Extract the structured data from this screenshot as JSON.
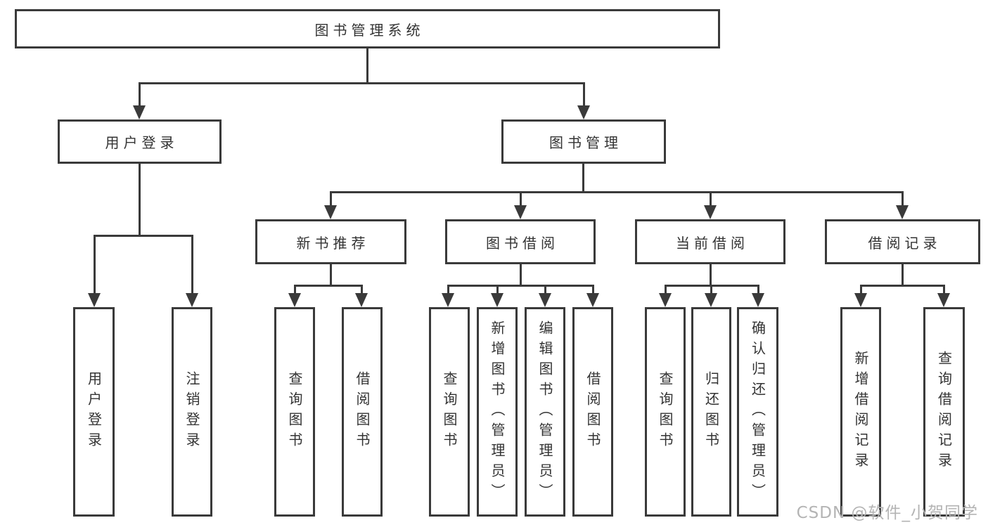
{
  "nodes": {
    "root": "图书管理系统",
    "user_login": "用户登录",
    "book_mgmt": "图书管理",
    "new_books": "新书推荐",
    "book_borrow": "图书借阅",
    "current_borrow": "当前借阅",
    "borrow_records": "借阅记录",
    "ul_login": "用户登录",
    "ul_logout": "注销登录",
    "nb_query": "查询图书",
    "nb_borrow": "借阅图书",
    "bb_query": "查询图书",
    "bb_add": "新增图书（管理员）",
    "bb_edit": "编辑图书（管理员）",
    "bb_borrow": "借阅图书",
    "cb_query": "查询图书",
    "cb_return": "归还图书",
    "cb_confirm": "确认归还（管理员）",
    "br_add": "新增借阅记录",
    "br_query": "查询借阅记录"
  },
  "edges": [
    {
      "from": "图书管理系统",
      "to": [
        "用户登录",
        "图书管理"
      ]
    },
    {
      "from": "用户登录",
      "to": [
        "用户登录",
        "注销登录"
      ]
    },
    {
      "from": "图书管理",
      "to": [
        "新书推荐",
        "图书借阅",
        "当前借阅",
        "借阅记录"
      ]
    },
    {
      "from": "新书推荐",
      "to": [
        "查询图书",
        "借阅图书"
      ]
    },
    {
      "from": "图书借阅",
      "to": [
        "查询图书",
        "新增图书（管理员）",
        "编辑图书（管理员）",
        "借阅图书"
      ]
    },
    {
      "from": "当前借阅",
      "to": [
        "查询图书",
        "归还图书",
        "确认归还（管理员）"
      ]
    },
    {
      "from": "借阅记录",
      "to": [
        "新增借阅记录",
        "查询借阅记录"
      ]
    }
  ],
  "watermark": "CSDN @软件_小贺同学",
  "colors": {
    "line": "#3a3a3a",
    "text": "#333333",
    "watermark": "#b4b4b4",
    "background": "#ffffff"
  }
}
